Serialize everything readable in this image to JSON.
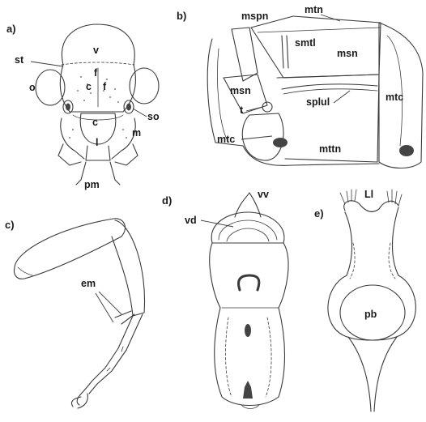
{
  "panels": {
    "a": {
      "panel_label": "a)",
      "labels": {
        "v": "v",
        "st": "st",
        "f1": "f",
        "f2": "f",
        "c1": "c",
        "o": "o",
        "so": "so",
        "c2": "c",
        "m": "m",
        "l": "l",
        "pm": "pm"
      }
    },
    "b": {
      "panel_label": "b)",
      "labels": {
        "mspn": "mspn",
        "mtn": "mtn",
        "smtl": "smtl",
        "msn1": "msn",
        "msn2": "msn",
        "splul": "splul",
        "t": "t",
        "mtc1": "mtc",
        "mtc2": "mtc",
        "mttn": "mttn"
      }
    },
    "c": {
      "panel_label": "c)",
      "labels": {
        "em": "em"
      }
    },
    "d": {
      "panel_label": "d)",
      "labels": {
        "vv": "vv",
        "vd": "vd"
      }
    },
    "e": {
      "panel_label": "e)",
      "labels": {
        "ll": "Ll",
        "pb": "pb"
      }
    }
  }
}
